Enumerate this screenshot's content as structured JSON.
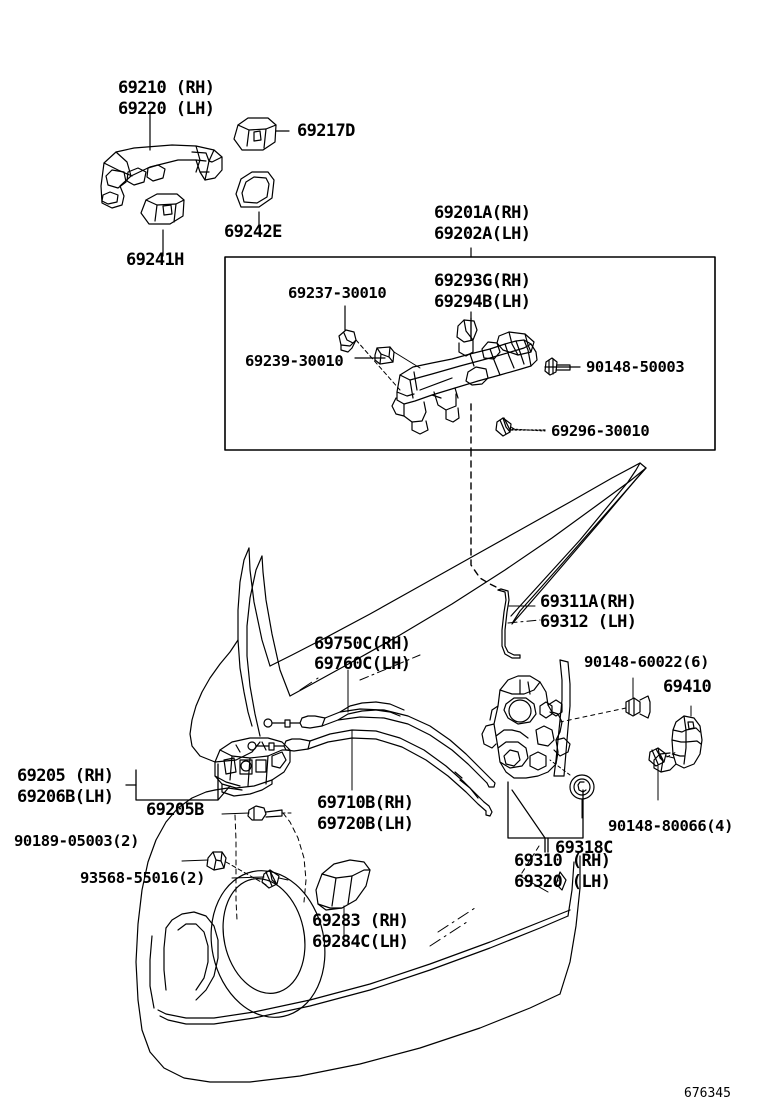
{
  "diagram": {
    "figure_number": "676345",
    "title_group": "front door lock & handle",
    "line_color": "#000000",
    "background_color": "#ffffff"
  },
  "labels": {
    "outer_handle_rh": "69210 (RH)",
    "outer_handle_lh": "69220 (LH)",
    "cover_69217d": "69217D",
    "cover_69242e": "69242E",
    "cover_69241h": "69241H",
    "lock_cyl_rh": "69201A(RH)",
    "lock_cyl_lh": "69202A(LH)",
    "frame_rh": "69293G(RH)",
    "frame_lh": "69294B(LH)",
    "clip_69237": "69237-30010",
    "clip_69239": "69239-30010",
    "screw_90148_50003": "90148-50003",
    "screw_69296": "69296-30010",
    "rod_rh": "69311A(RH)",
    "rod_lh": "69312 (LH)",
    "cable_69750_rh": "69750C(RH)",
    "cable_69760_lh": "69760C(LH)",
    "cable_69710_rh": "69710B(RH)",
    "cable_69720_lh": "69720B(LH)",
    "screw_90148_60022": "90148-60022(6)",
    "striker_69410": "69410",
    "screw_90148_80066": "90148-80066(4)",
    "grommet_69318c": "69318C",
    "latch_rh": "69310 (RH)",
    "latch_lh": "69320 (LH)",
    "inside_handle_rh": "69205 (RH)",
    "inside_handle_lh": "69206B(LH)",
    "bezel_69205b": "69205B",
    "clip_90189_05003": "90189-05003(2)",
    "screw_93568_55016": "93568-55016(2)",
    "cover_69283_rh": "69283 (RH)",
    "cover_69284c_lh": "69284C(LH)"
  },
  "parts": [
    {
      "number": "69210",
      "side": "RH",
      "name": "outside-door-handle"
    },
    {
      "number": "69220",
      "side": "LH",
      "name": "outside-door-handle"
    },
    {
      "number": "69217D",
      "side": "",
      "name": "handle-cap"
    },
    {
      "number": "69242E",
      "side": "",
      "name": "handle-bezel"
    },
    {
      "number": "69241H",
      "side": "",
      "name": "handle-cover"
    },
    {
      "number": "69201A",
      "side": "RH",
      "name": "door-lock-cylinder"
    },
    {
      "number": "69202A",
      "side": "LH",
      "name": "door-lock-cylinder"
    },
    {
      "number": "69293G",
      "side": "RH",
      "name": "handle-frame"
    },
    {
      "number": "69294B",
      "side": "LH",
      "name": "handle-frame"
    },
    {
      "number": "69237-30010",
      "side": "",
      "name": "handle-clip"
    },
    {
      "number": "69239-30010",
      "side": "",
      "name": "handle-plug"
    },
    {
      "number": "90148-50003",
      "side": "",
      "name": "screw"
    },
    {
      "number": "69296-30010",
      "side": "",
      "name": "screw"
    },
    {
      "number": "69311A",
      "side": "RH",
      "name": "lock-rod"
    },
    {
      "number": "69312",
      "side": "LH",
      "name": "lock-rod"
    },
    {
      "number": "69750C",
      "side": "RH",
      "name": "lock-cable-assembly"
    },
    {
      "number": "69760C",
      "side": "LH",
      "name": "lock-cable-assembly"
    },
    {
      "number": "69710B",
      "side": "RH",
      "name": "open-cable-assembly"
    },
    {
      "number": "69720B",
      "side": "LH",
      "name": "open-cable-assembly"
    },
    {
      "number": "90148-60022",
      "side": "",
      "qty": "6",
      "name": "screw"
    },
    {
      "number": "69410",
      "side": "",
      "name": "door-striker"
    },
    {
      "number": "90148-80066",
      "side": "",
      "qty": "4",
      "name": "screw"
    },
    {
      "number": "69318C",
      "side": "",
      "name": "lock-grommet"
    },
    {
      "number": "69310",
      "side": "RH",
      "name": "door-lock-assembly"
    },
    {
      "number": "69320",
      "side": "LH",
      "name": "door-lock-assembly"
    },
    {
      "number": "69205",
      "side": "RH",
      "name": "inside-door-handle"
    },
    {
      "number": "69206B",
      "side": "LH",
      "name": "inside-door-handle"
    },
    {
      "number": "69205B",
      "side": "",
      "name": "handle-pin"
    },
    {
      "number": "90189-05003",
      "side": "",
      "qty": "2",
      "name": "nut"
    },
    {
      "number": "93568-55016",
      "side": "",
      "qty": "2",
      "name": "screw"
    },
    {
      "number": "69283",
      "side": "RH",
      "name": "handle-cover"
    },
    {
      "number": "69284C",
      "side": "LH",
      "name": "handle-cover"
    }
  ]
}
